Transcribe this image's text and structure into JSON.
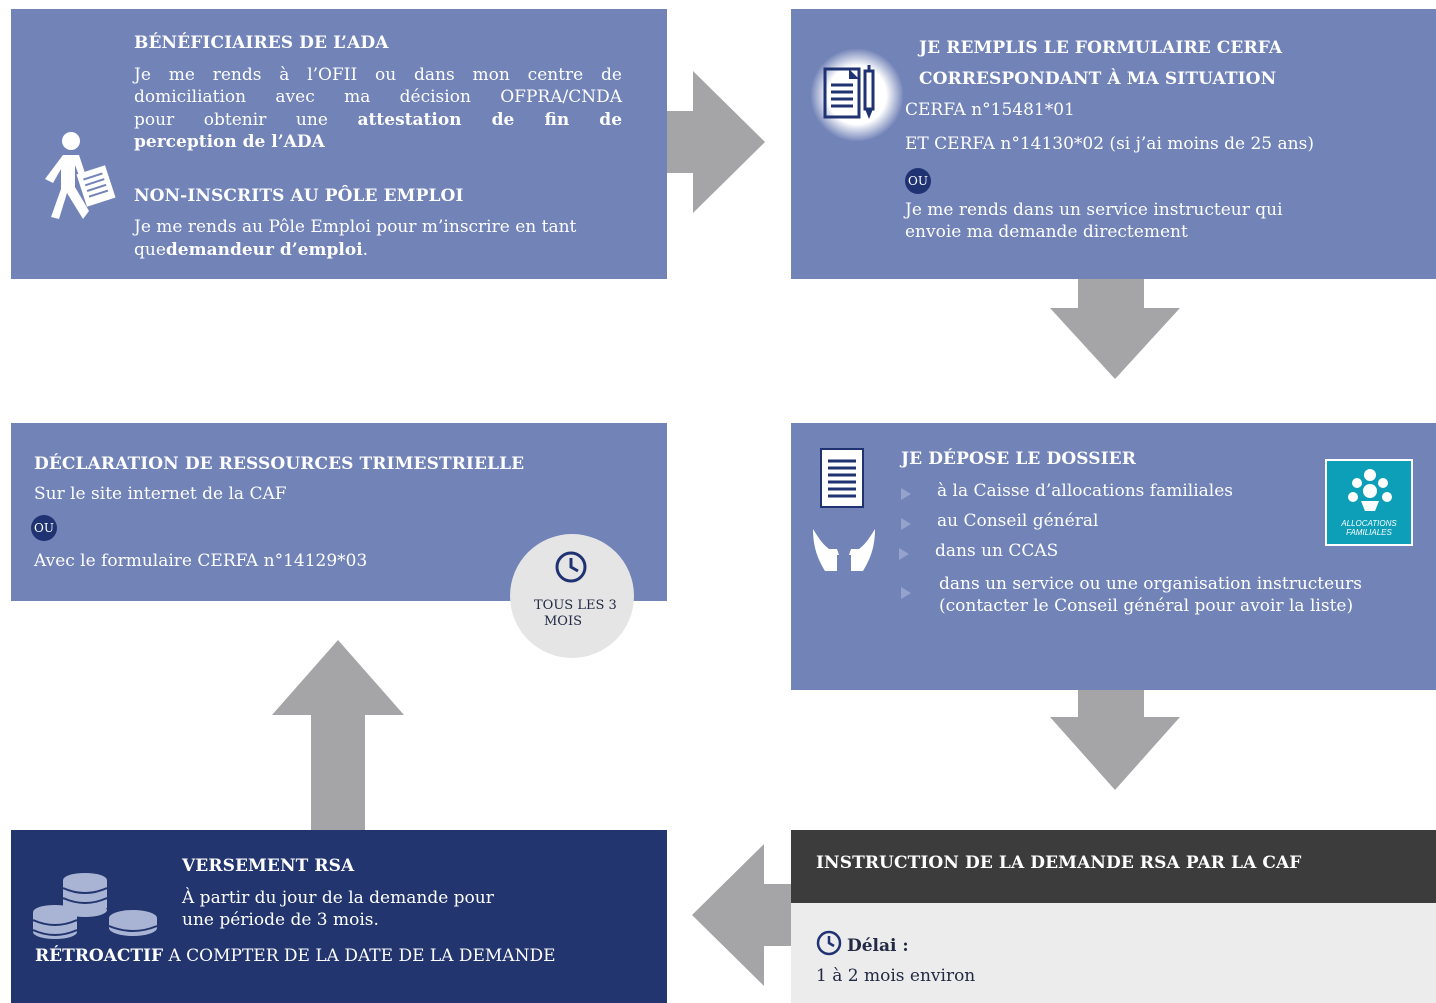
{
  "box1": {
    "title1": "BÉNÉFICIAIRES DE L’ADA",
    "para1_lines": [
      "Je me rends à l’OFII ou dans mon centre de",
      "domiciliation avec ma décision OFPRA/CNDA"
    ],
    "para1_line3_plain": "pour obtenir une",
    "para1_line3_bold": "attestation de fin de",
    "para1_line4_bold": "perception de l’ADA",
    "title2": "NON-INSCRITS AU PÔLE EMPLOI",
    "para2_line1": "Je me rends au Pôle Emploi pour m’inscrire en tant",
    "para2_line2_plain": "que",
    "para2_line2_bold": "demandeur d’emploi",
    "para2_line2_end": "."
  },
  "box2": {
    "title_line1": "JE REMPLIS LE FORMULAIRE CERFA",
    "title_line2": "CORRESPONDANT À MA SITUATION",
    "line1": "CERFA n°15481*01",
    "line2": "ET CERFA n°14130*02 (si  j’ai moins de 25 ans)",
    "ou": "OU",
    "line3": "Je me rends dans un service instructeur qui",
    "line4": "envoie ma demande directement"
  },
  "box3": {
    "title": "DÉCLARATION DE RESSOURCES TRIMESTRIELLE",
    "line1": "Sur le site internet de la CAF",
    "ou": "OU",
    "line2": "Avec le formulaire CERFA n°14129*03",
    "badge_line1": "TOUS LES 3",
    "badge_line2": "MOIS"
  },
  "box4": {
    "title": "JE DÉPOSE LE DOSSIER",
    "items": [
      "à la Caisse d’allocations familiales",
      "au Conseil général",
      "dans un CCAS",
      "dans un service ou une organisation instructeurs"
    ],
    "item4_line2": "(contacter le Conseil général pour avoir la liste)",
    "logo_line1": "ALLOCATIONS",
    "logo_line2": "FAMILIALES"
  },
  "box5": {
    "title": "VERSEMENT RSA",
    "line1": "À partir du jour de la demande pour",
    "line2": "une période de 3 mois.",
    "footer_bold": "RÉTROACTIF",
    "footer_rest": "A COMPTER DE LA DATE DE LA DEMANDE"
  },
  "box6": {
    "title": "INSTRUCTION DE LA DEMANDE RSA PAR LA CAF",
    "delay_label": "Délai :",
    "delay_value": "1 à 2 mois environ"
  },
  "colors": {
    "purple": "#7283b8",
    "navy": "#22356f",
    "dark": "#3c3c3c",
    "arrow": "#a5a5a8",
    "light": "#ececec"
  }
}
